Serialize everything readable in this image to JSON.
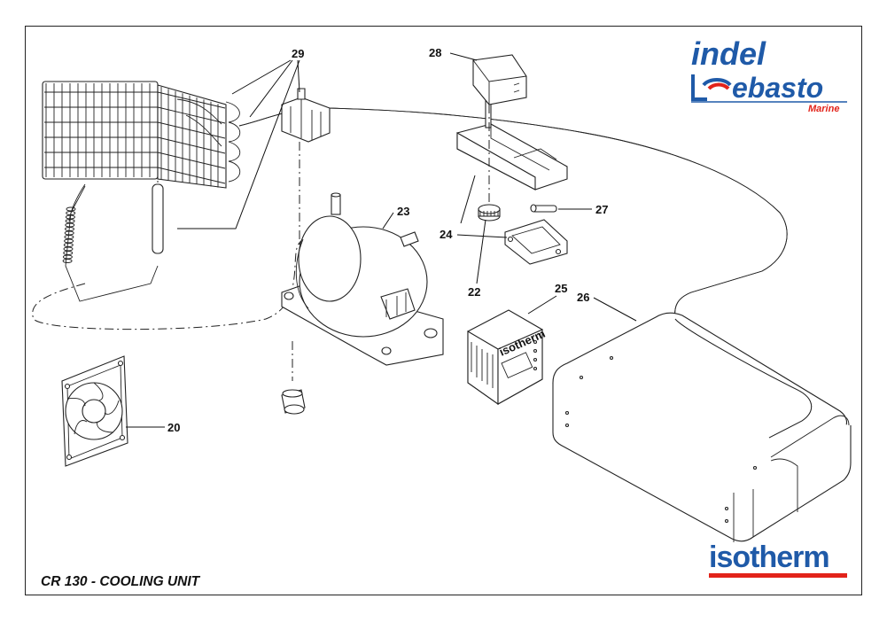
{
  "title": "CR 130 - COOLING UNIT",
  "logos": {
    "indel": "indel",
    "webasto": "Webasto",
    "marine": "Marine",
    "isotherm": "isotherm",
    "controller_brand": "isotherm"
  },
  "colors": {
    "brand_blue": "#1f5aa8",
    "brand_red": "#e2231a"
  },
  "callouts": [
    {
      "id": "20",
      "label": "20"
    },
    {
      "id": "22",
      "label": "22"
    },
    {
      "id": "23",
      "label": "23"
    },
    {
      "id": "24a",
      "label": "24"
    },
    {
      "id": "24b",
      "label": "24"
    },
    {
      "id": "25",
      "label": "25"
    },
    {
      "id": "26",
      "label": "26"
    },
    {
      "id": "27",
      "label": "27"
    },
    {
      "id": "28",
      "label": "28"
    },
    {
      "id": "29",
      "label": "29"
    }
  ]
}
